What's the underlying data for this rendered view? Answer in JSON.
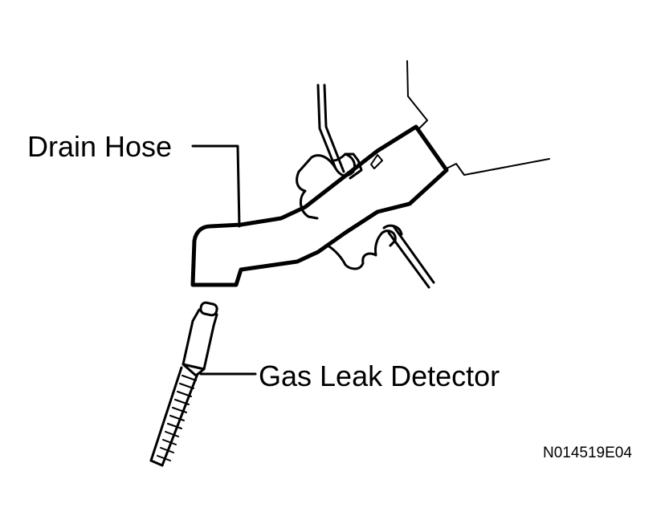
{
  "labels": {
    "drain_hose": "Drain Hose",
    "gas_leak_detector": "Gas Leak Detector"
  },
  "figure_id": "N014519E04",
  "colors": {
    "ink": "#000000",
    "background": "#ffffff"
  }
}
